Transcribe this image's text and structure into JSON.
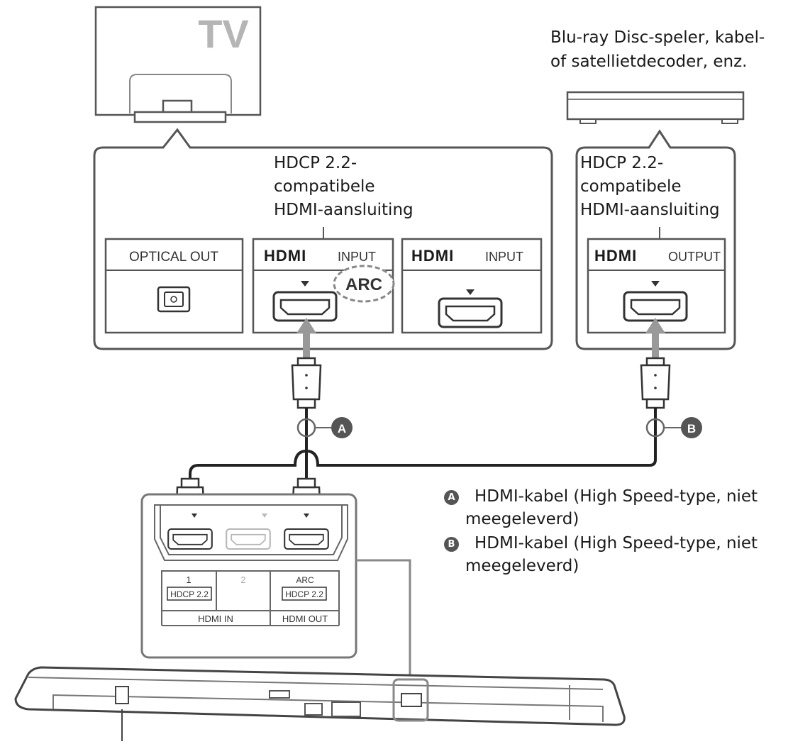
{
  "tv": {
    "label": "TV"
  },
  "source_device": {
    "caption_line1": "Blu-ray Disc-speler, kabel-",
    "caption_line2": "of satellietdecoder, enz."
  },
  "callouts": {
    "tv_hdmi": {
      "line1": "HDCP 2.2-",
      "line2": "compatibele",
      "line3": "HDMI-aansluiting"
    },
    "source_hdmi": {
      "line1": "HDCP 2.2-",
      "line2": "compatibele",
      "line3": "HDMI-aansluiting"
    }
  },
  "tv_panel": {
    "optical_label": "OPTICAL OUT",
    "hdmi_logo": "HDMI",
    "input_label": "INPUT",
    "arc_label": "ARC"
  },
  "source_panel": {
    "hdmi_logo": "HDMI",
    "output_label": "OUTPUT"
  },
  "soundbar_panel": {
    "in1_number": "1",
    "in2_number": "2",
    "out_number": "ARC",
    "hdcp_tag": "HDCP 2.2",
    "hdmi_in_label": "HDMI IN",
    "hdmi_out_label": "HDMI OUT"
  },
  "cable_badges": {
    "a": "A",
    "b": "B"
  },
  "legend": [
    {
      "badge": "A",
      "text_line1": "HDMI-kabel (High Speed-type, niet",
      "text_line2": "meegeleverd)"
    },
    {
      "badge": "B",
      "text_line1": "HDMI-kabel (High Speed-type, niet",
      "text_line2": "meegeleverd)"
    }
  ],
  "colors": {
    "line": "#555555",
    "arrow": "#888888",
    "cable": "#222222",
    "badge": "#555555"
  }
}
